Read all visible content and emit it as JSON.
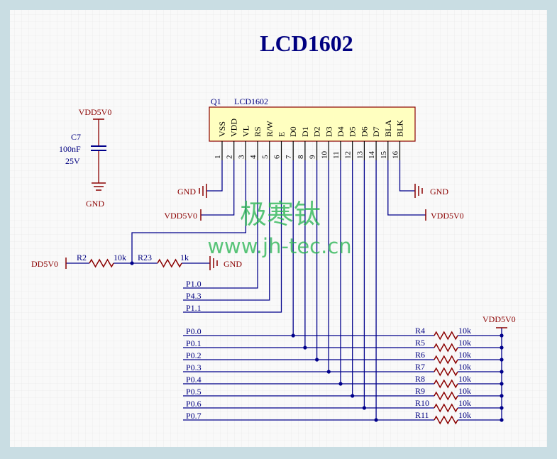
{
  "title": "LCD1602",
  "component": {
    "designator": "Q1",
    "part": "LCD1602",
    "pin_names": [
      "VSS",
      "VDD",
      "VL",
      "RS",
      "R/W",
      "E",
      "D0",
      "D1",
      "D2",
      "D3",
      "D4",
      "D5",
      "D6",
      "D7",
      "BLA",
      "BLK"
    ],
    "pin_numbers": [
      "1",
      "2",
      "3",
      "4",
      "5",
      "6",
      "7",
      "8",
      "9",
      "10",
      "11",
      "12",
      "13",
      "14",
      "15",
      "16"
    ]
  },
  "capacitor": {
    "designator": "C7",
    "value": "100nF",
    "voltage": "25V",
    "supply": "VDD5V0",
    "ground": "GND"
  },
  "power_labels": {
    "gnd": "GND",
    "vdd": "VDD5V0",
    "vdd_clipped": "DD5V0"
  },
  "contrast": {
    "r2": {
      "designator": "R2",
      "value": "10k"
    },
    "r23": {
      "designator": "R23",
      "value": "1k"
    }
  },
  "control_nets": [
    "P1.0",
    "P4.3",
    "P1.1"
  ],
  "data_nets": [
    "P0.0",
    "P0.1",
    "P0.2",
    "P0.3",
    "P0.4",
    "P0.5",
    "P0.6",
    "P0.7"
  ],
  "pullups": {
    "supply": "VDD5V0",
    "resistors": [
      {
        "designator": "R4",
        "value": "10k"
      },
      {
        "designator": "R5",
        "value": "10k"
      },
      {
        "designator": "R6",
        "value": "10k"
      },
      {
        "designator": "R7",
        "value": "10k"
      },
      {
        "designator": "R8",
        "value": "10k"
      },
      {
        "designator": "R9",
        "value": "10k"
      },
      {
        "designator": "R10",
        "value": "10k"
      },
      {
        "designator": "R11",
        "value": "10k"
      }
    ]
  },
  "watermark": {
    "line1": "极寒钛",
    "line2": "www.jh-tec.cn"
  },
  "colors": {
    "wire": "#00008b",
    "power": "#8b0000",
    "label": "#000080",
    "watermark": "#22b14c"
  }
}
